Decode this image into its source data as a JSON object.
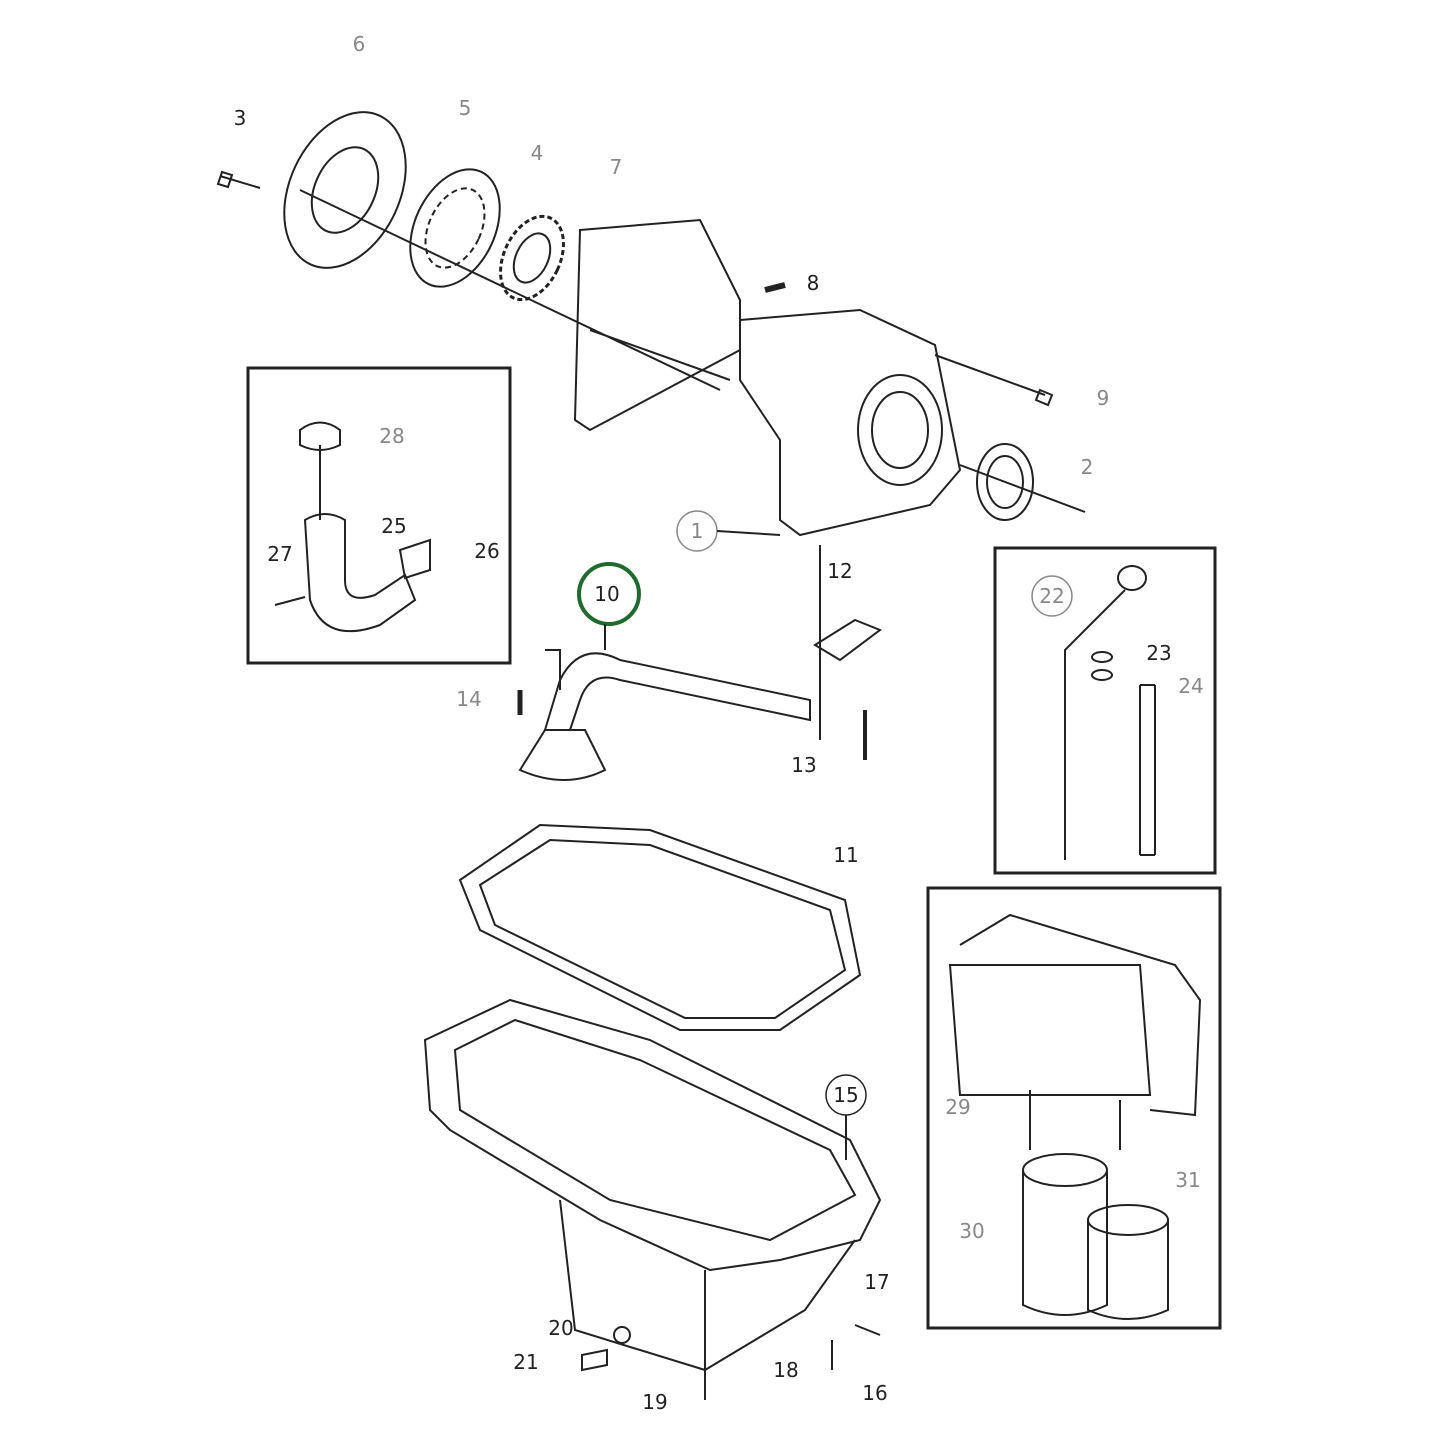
{
  "diagram": {
    "highlight_color": "#1e6b2e",
    "callouts": {
      "p1": "1",
      "p2": "2",
      "p3": "3",
      "p4": "4",
      "p5": "5",
      "p6": "6",
      "p7": "7",
      "p8": "8",
      "p9": "9",
      "p10": "10",
      "p11": "11",
      "p12": "12",
      "p13": "13",
      "p14": "14",
      "p15": "15",
      "p16": "16",
      "p17": "17",
      "p18": "18",
      "p19": "19",
      "p20": "20",
      "p21": "21",
      "p22": "22",
      "p23": "23",
      "p24": "24",
      "p25": "25",
      "p26": "26",
      "p27": "27",
      "p28": "28",
      "p29": "29",
      "p30": "30",
      "p31": "31"
    },
    "highlighted_part": "10"
  }
}
